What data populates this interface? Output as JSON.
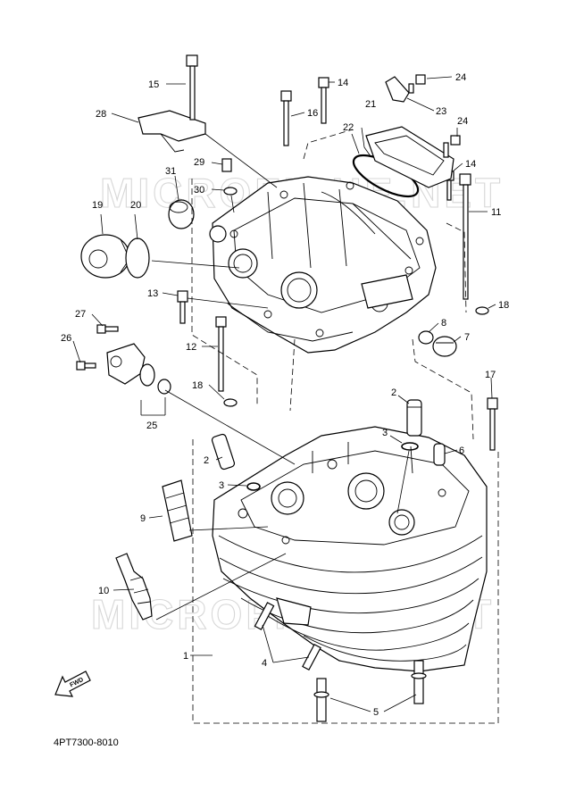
{
  "diagram": {
    "watermark": "MICROFICHE.NET",
    "catalog_code": "4PT7300-8010",
    "fwd_label": "FWD",
    "callouts": [
      "1",
      "2",
      "3",
      "4",
      "5",
      "6",
      "7",
      "8",
      "9",
      "10",
      "11",
      "12",
      "13",
      "14",
      "15",
      "16",
      "17",
      "18",
      "19",
      "20",
      "21",
      "22",
      "23",
      "24",
      "25",
      "26",
      "27",
      "28",
      "29",
      "30",
      "31"
    ]
  }
}
